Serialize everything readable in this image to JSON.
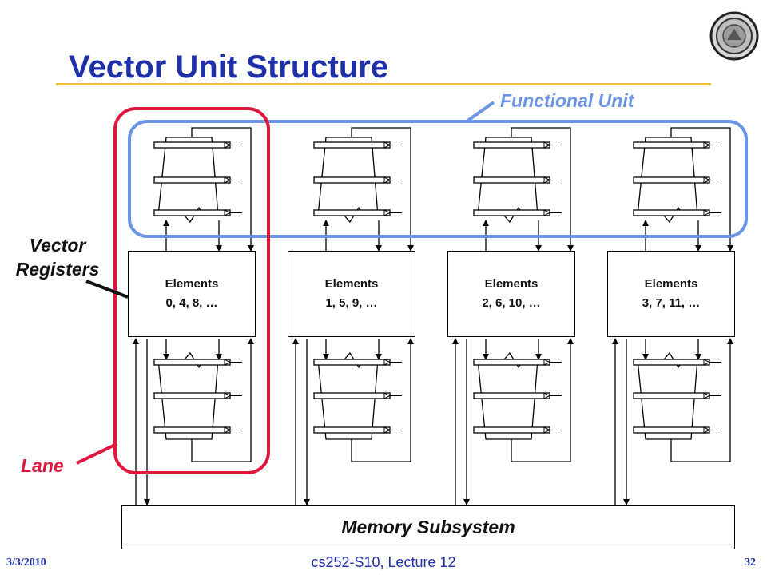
{
  "slide": {
    "title": "Vector Unit Structure",
    "footer_date": "3/3/2010",
    "footer_course": "cs252-S10, Lecture 12",
    "footer_page": "32"
  },
  "labels": {
    "functional_unit": "Functional Unit",
    "vector_registers_line1": "Vector",
    "vector_registers_line2": "Registers",
    "lane": "Lane",
    "memory_subsystem": "Memory Subsystem"
  },
  "lanes": [
    {
      "line1": "Elements",
      "line2": "0, 4, 8, …"
    },
    {
      "line1": "Elements",
      "line2": "1, 5, 9, …"
    },
    {
      "line1": "Elements",
      "line2": "2, 6, 10, …"
    },
    {
      "line1": "Elements",
      "line2": "3, 7, 11, …"
    }
  ],
  "colors": {
    "title": "#1f2fa8",
    "title_rule": "#e8c13a",
    "lane_highlight": "#e0163c",
    "functional_unit_highlight": "#6b93e6"
  }
}
